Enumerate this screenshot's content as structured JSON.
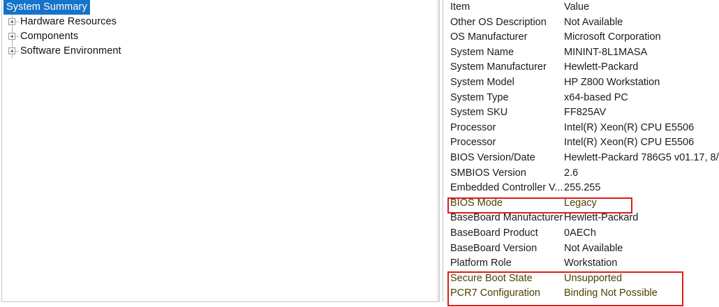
{
  "tree": {
    "root": {
      "label": "System Summary",
      "selected": true
    },
    "items": [
      {
        "label": "Hardware Resources",
        "expander": "plus-icon"
      },
      {
        "label": "Components",
        "expander": "plus-icon"
      },
      {
        "label": "Software Environment",
        "expander": "plus-icon"
      }
    ]
  },
  "details": {
    "columns": {
      "item": "Item",
      "value": "Value"
    },
    "rows": [
      {
        "item": "Other OS Description",
        "value": "Not Available"
      },
      {
        "item": "OS Manufacturer",
        "value": "Microsoft Corporation"
      },
      {
        "item": "System Name",
        "value": "MININT-8L1MASA"
      },
      {
        "item": "System Manufacturer",
        "value": "Hewlett-Packard"
      },
      {
        "item": "System Model",
        "value": "HP Z800 Workstation"
      },
      {
        "item": "System Type",
        "value": "x64-based PC"
      },
      {
        "item": "System SKU",
        "value": "FF825AV"
      },
      {
        "item": "Processor",
        "value": "Intel(R) Xeon(R) CPU           E5506"
      },
      {
        "item": "Processor",
        "value": "Intel(R) Xeon(R) CPU           E5506"
      },
      {
        "item": "BIOS Version/Date",
        "value": "Hewlett-Packard 786G5 v01.17, 8/"
      },
      {
        "item": "SMBIOS Version",
        "value": "2.6"
      },
      {
        "item": "Embedded Controller V...",
        "value": "255.255"
      },
      {
        "item": "BIOS Mode",
        "value": "Legacy",
        "highlighted": true
      },
      {
        "item": "BaseBoard Manufacturer",
        "value": "Hewlett-Packard"
      },
      {
        "item": "BaseBoard Product",
        "value": "0AECh"
      },
      {
        "item": "BaseBoard Version",
        "value": "Not Available"
      },
      {
        "item": "Platform Role",
        "value": "Workstation"
      },
      {
        "item": "Secure Boot State",
        "value": "Unsupported",
        "highlighted": true
      },
      {
        "item": "PCR7 Configuration",
        "value": "Binding Not Possible",
        "highlighted": true
      }
    ]
  },
  "callouts": [
    {
      "name": "bios-mode-callout",
      "color": "#e01b1b"
    },
    {
      "name": "secure-boot-callout",
      "color": "#e01b1b"
    }
  ]
}
